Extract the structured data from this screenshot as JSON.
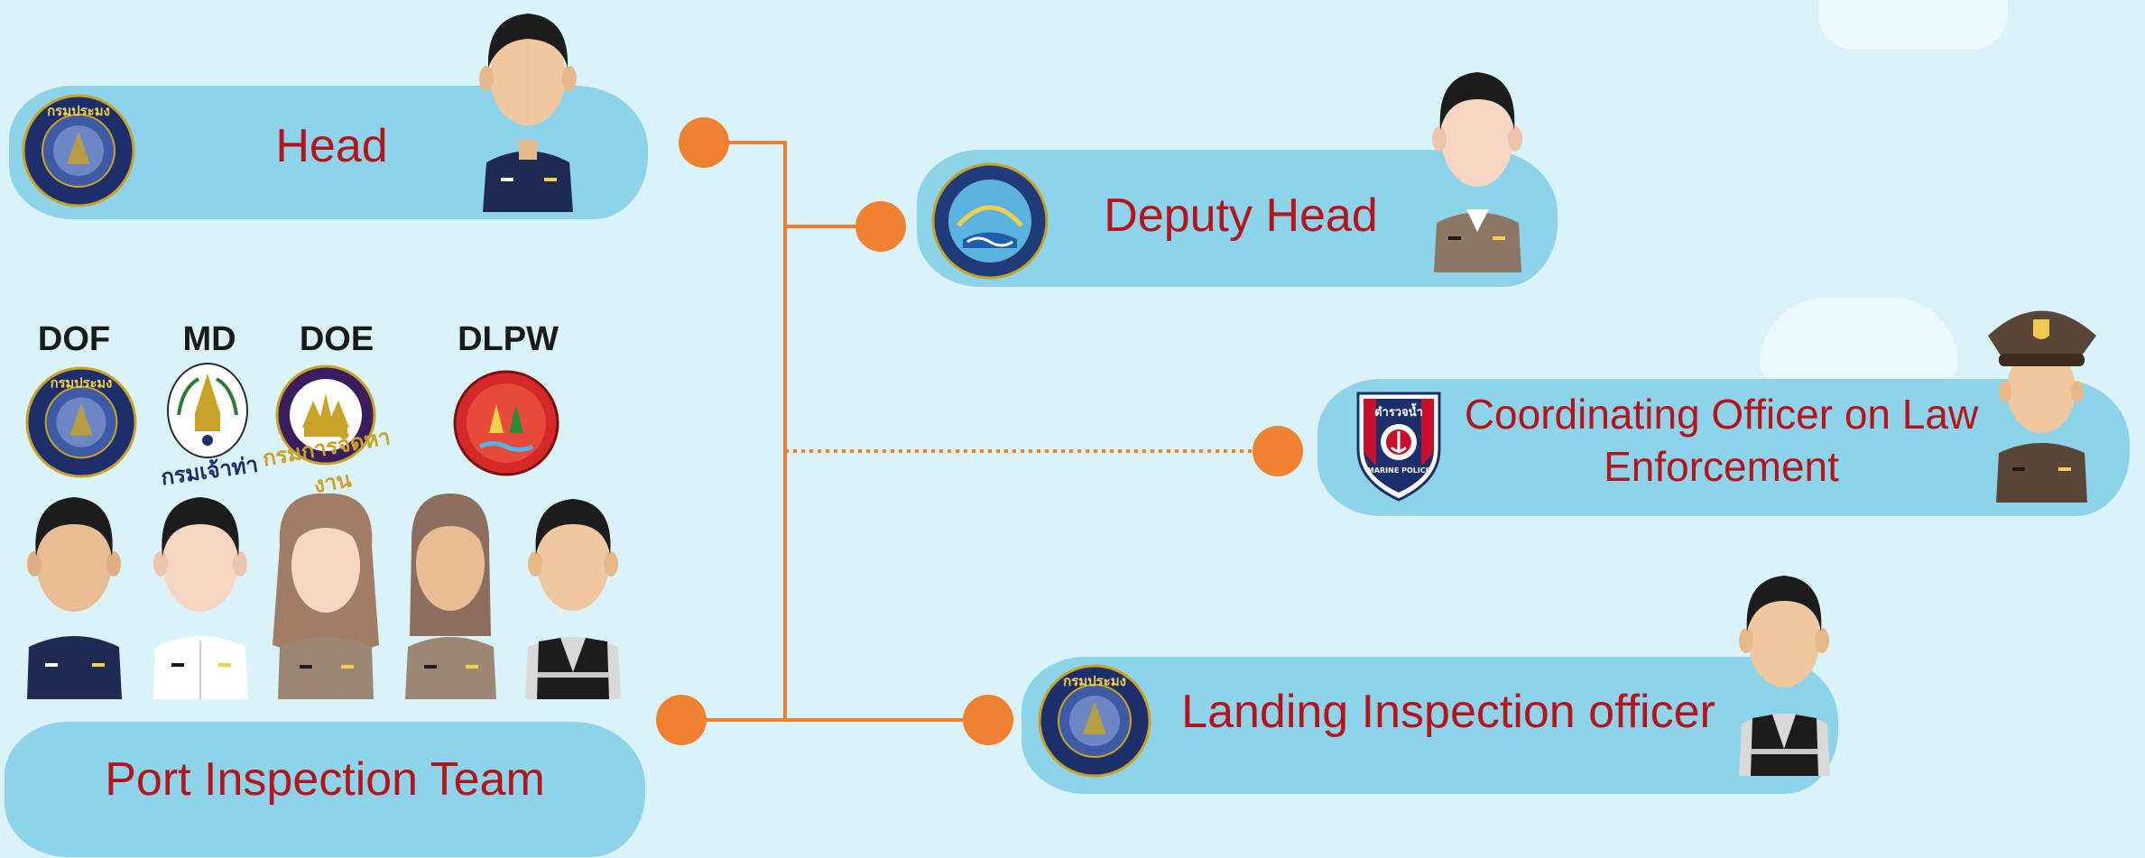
{
  "roles": {
    "head": "Head",
    "deputy_head": "Deputy Head",
    "coordinating_officer": "Coordinating Officer on Law Enforcement",
    "landing_inspection": "Landing Inspection officer",
    "port_inspection_team": "Port Inspection Team"
  },
  "agencies": [
    "DOF",
    "MD",
    "DOE",
    "DLPW"
  ],
  "seal_texts": {
    "md_caption": "กรมเจ้าท่า",
    "doe_caption": "กรมการจัดหางาน",
    "dof_top": "กรมประมง",
    "police_top": "ตำรวจน้ำ",
    "police_bottom": "MARINE POLICE"
  },
  "colors": {
    "background": "#d9f3f9",
    "pill": "#8dd3ea",
    "label_red": "#b5141b",
    "connector_orange": "#ef8230"
  }
}
